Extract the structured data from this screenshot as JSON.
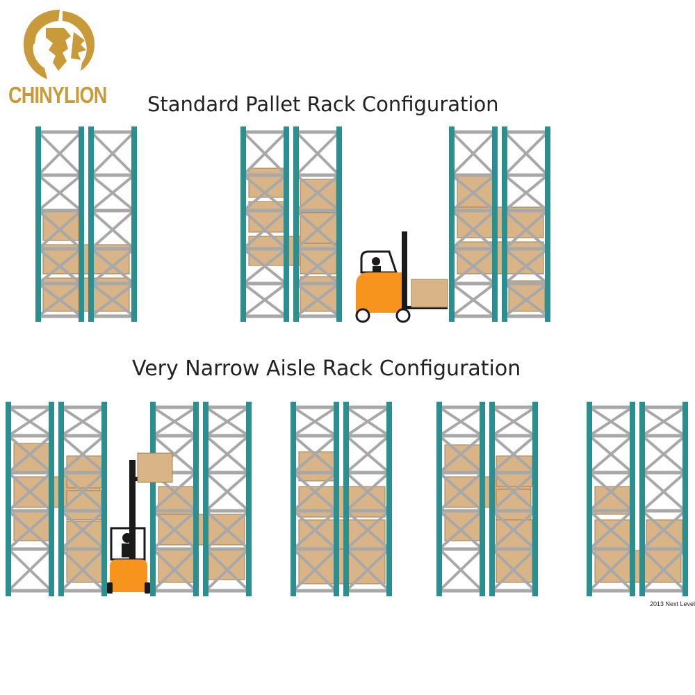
{
  "brand": {
    "name": "CHINYLION",
    "color": "#c99a3a"
  },
  "diagram": {
    "standard_title": "Standard Pallet Rack Configuration",
    "vna_title": "Very Narrow Aisle Rack Configuration",
    "credit": "2013 Next Level"
  },
  "colors": {
    "upright": "#2b8f90",
    "brace": "#a8a8a8",
    "pallet": "#d8b486",
    "pallet_edge": "#a07c52",
    "forklift_body": "#f7941d",
    "mast": "#1a1a1a"
  },
  "icons": [
    "lion-head-logo",
    "forklift-icon",
    "vna-truck-icon"
  ]
}
